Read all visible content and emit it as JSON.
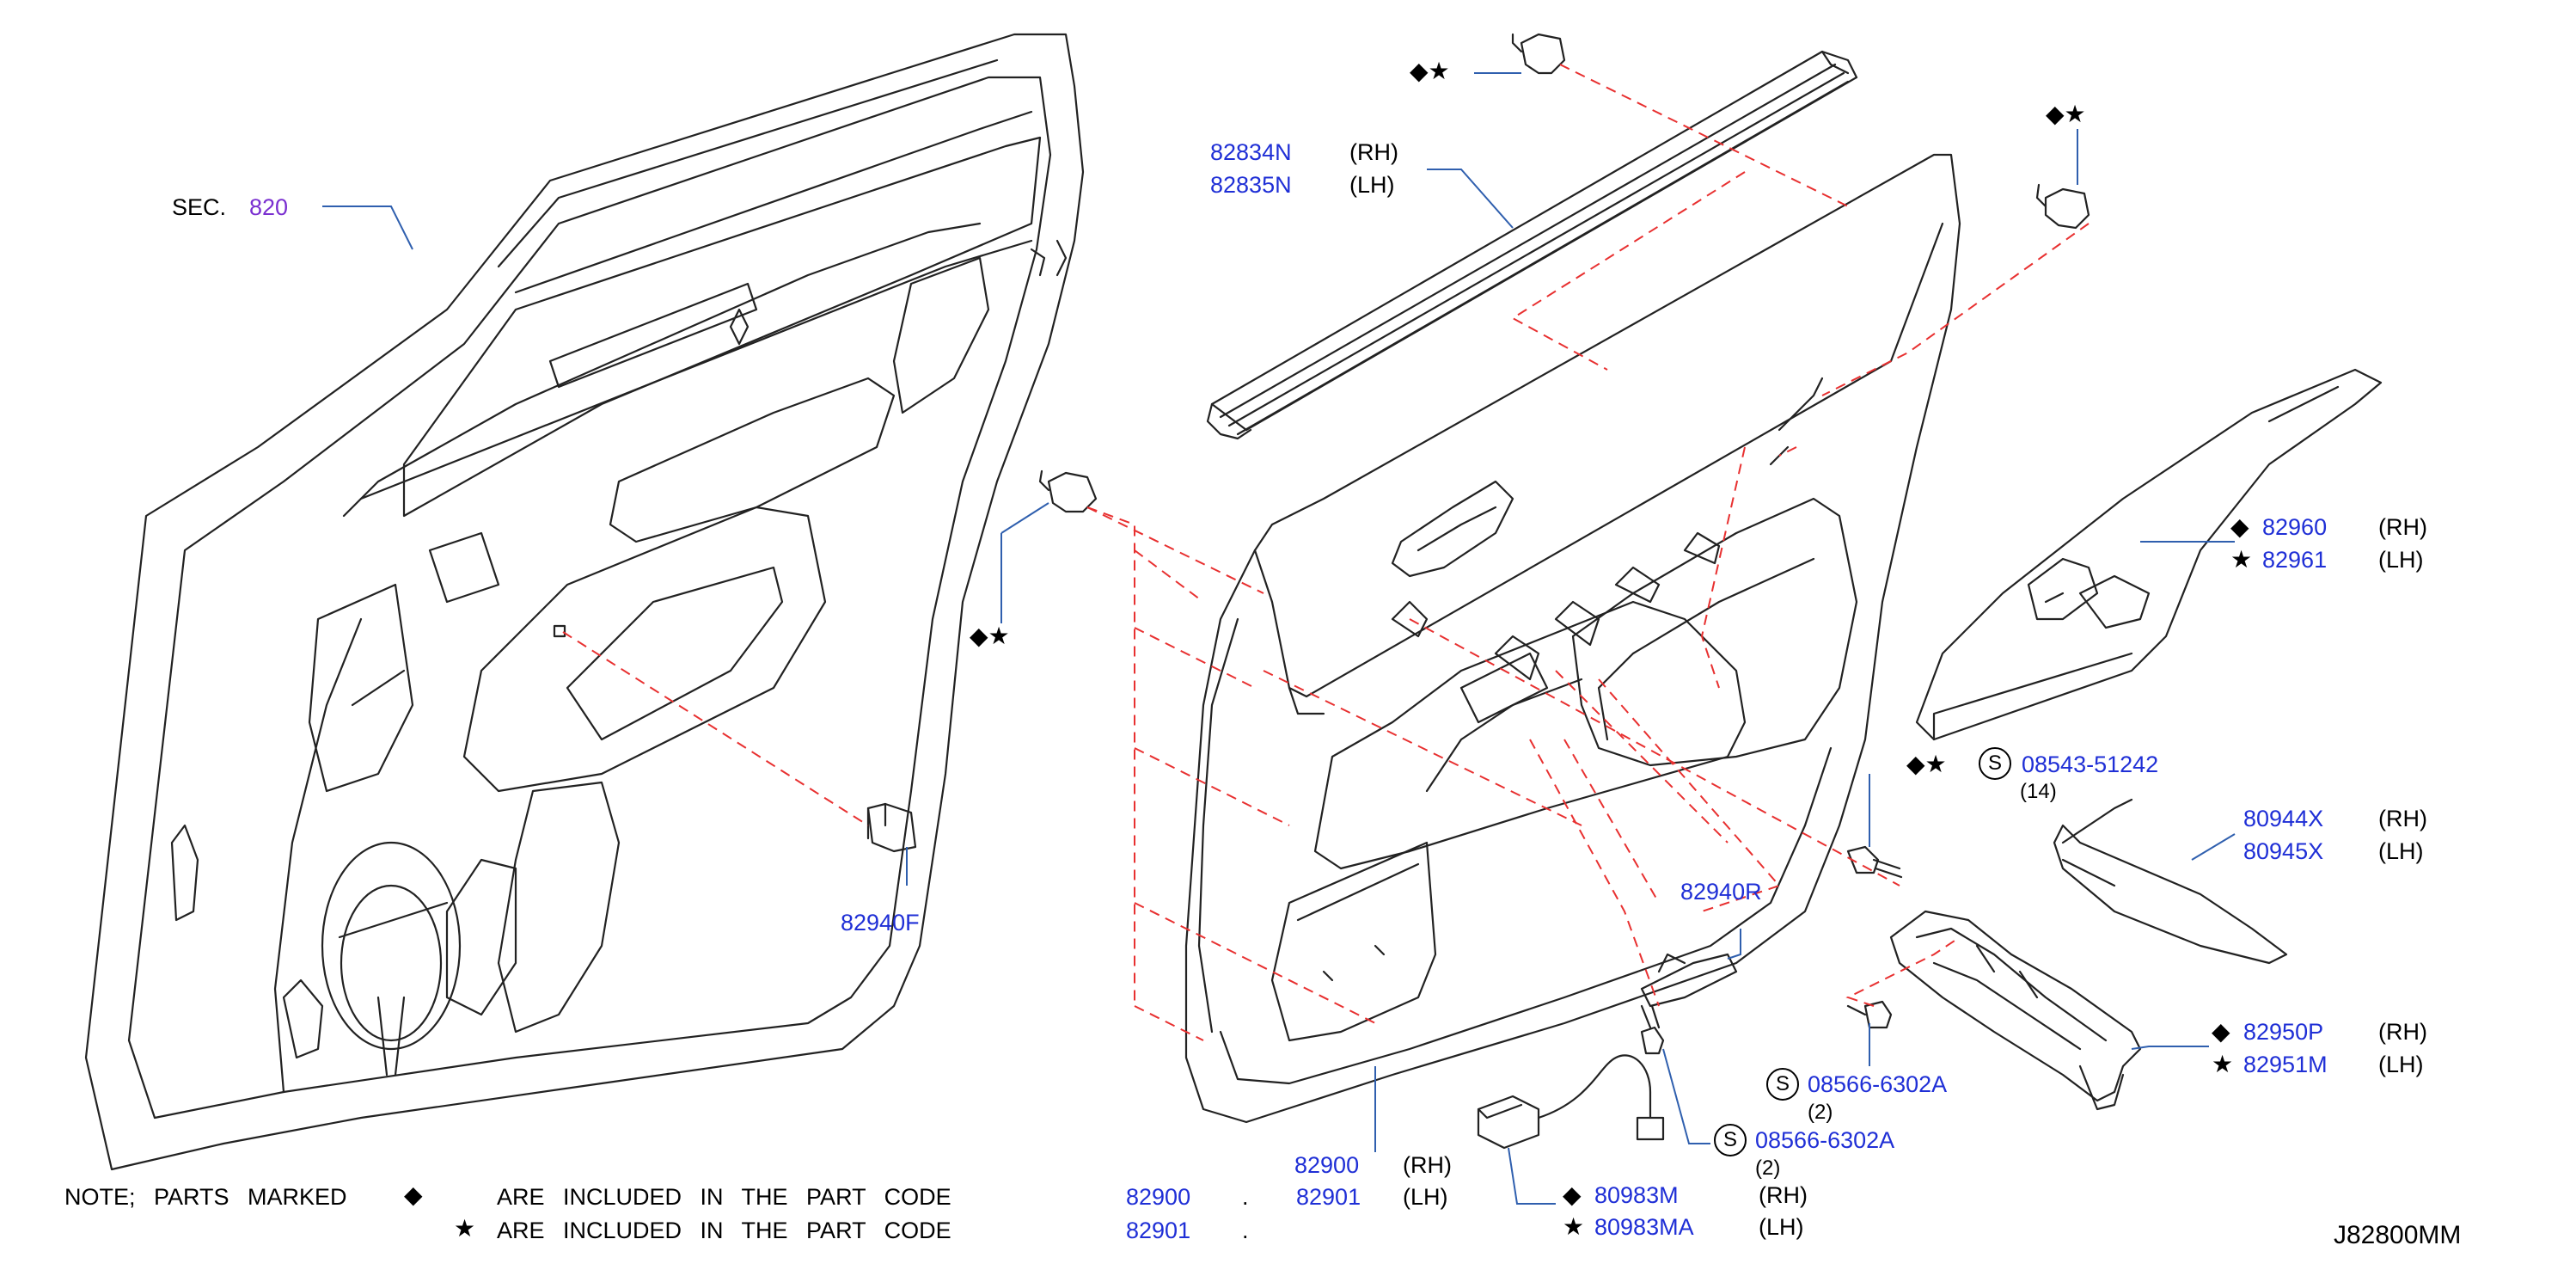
{
  "diagram_id": "J82800MM",
  "section_ref": {
    "prefix": "SEC.",
    "number": "820"
  },
  "symbols": {
    "diamond": "◆",
    "star": "★",
    "s_mark": "S",
    "star_diamond": "◆★"
  },
  "colors": {
    "part_number": "#1f2fd6",
    "section": "#7a2fd0",
    "leader": "#2f5fae",
    "dashed": "#e83030",
    "outline": "#222222"
  },
  "parts": {
    "p82834n": {
      "number": "82834N",
      "side": "(RH)"
    },
    "p82835n": {
      "number": "82835N",
      "side": "(LH)"
    },
    "p82940f": {
      "number": "82940F"
    },
    "p82940r": {
      "number": "82940R"
    },
    "p82960": {
      "number": "82960",
      "side": "(RH)"
    },
    "p82961": {
      "number": "82961",
      "side": "(LH)"
    },
    "p08543": {
      "number": "08543-51242",
      "qty": "(14)"
    },
    "p80944x": {
      "number": "80944X",
      "side": "(RH)"
    },
    "p80945x": {
      "number": "80945X",
      "side": "(LH)"
    },
    "p82950p": {
      "number": "82950P",
      "side": "(RH)"
    },
    "p82951m": {
      "number": "82951M",
      "side": "(LH)"
    },
    "p08566a": {
      "number": "08566-6302A",
      "qty": "(2)"
    },
    "p08566b": {
      "number": "08566-6302A",
      "qty": "(2)"
    },
    "p82900": {
      "number": "82900",
      "side": "(RH)"
    },
    "p80983m": {
      "number": "80983M",
      "side": "(RH)"
    },
    "p80983ma": {
      "number": "80983MA",
      "side": "(LH)"
    }
  },
  "note": {
    "line1_start": "NOTE;  PARTS  MARKED",
    "line1_end": "ARE  INCLUDED  IN  THE  PART  CODE",
    "line2_end": "ARE  INCLUDED  IN  THE  PART  CODE",
    "line1_code_a": "82900",
    "line1_code_b": "82901",
    "line1_code_b_side": "(LH)",
    "line2_code": "82901",
    "dot": "."
  }
}
